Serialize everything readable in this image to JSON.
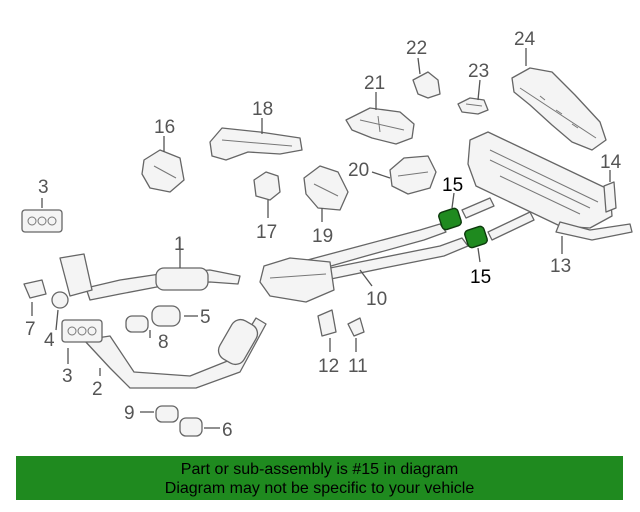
{
  "diagram": {
    "callouts": [
      {
        "id": "c1",
        "label": "1"
      },
      {
        "id": "c2",
        "label": "2"
      },
      {
        "id": "c3a",
        "label": "3"
      },
      {
        "id": "c3b",
        "label": "3"
      },
      {
        "id": "c4",
        "label": "4"
      },
      {
        "id": "c5",
        "label": "5"
      },
      {
        "id": "c6",
        "label": "6"
      },
      {
        "id": "c7",
        "label": "7"
      },
      {
        "id": "c8",
        "label": "8"
      },
      {
        "id": "c9",
        "label": "9"
      },
      {
        "id": "c10",
        "label": "10"
      },
      {
        "id": "c11",
        "label": "11"
      },
      {
        "id": "c12",
        "label": "12"
      },
      {
        "id": "c13",
        "label": "13"
      },
      {
        "id": "c14",
        "label": "14"
      },
      {
        "id": "c15a",
        "label": "15"
      },
      {
        "id": "c15b",
        "label": "15"
      },
      {
        "id": "c16",
        "label": "16"
      },
      {
        "id": "c17",
        "label": "17"
      },
      {
        "id": "c18",
        "label": "18"
      },
      {
        "id": "c19",
        "label": "19"
      },
      {
        "id": "c20",
        "label": "20"
      },
      {
        "id": "c21",
        "label": "21"
      },
      {
        "id": "c22",
        "label": "22"
      },
      {
        "id": "c23",
        "label": "23"
      },
      {
        "id": "c24",
        "label": "24"
      }
    ],
    "highlight_color": "#1f8a1f"
  },
  "banner": {
    "line1": "Part or sub-assembly is #15 in diagram",
    "line2": "Diagram may not be specific to your vehicle",
    "background": "#1f8a1f"
  }
}
